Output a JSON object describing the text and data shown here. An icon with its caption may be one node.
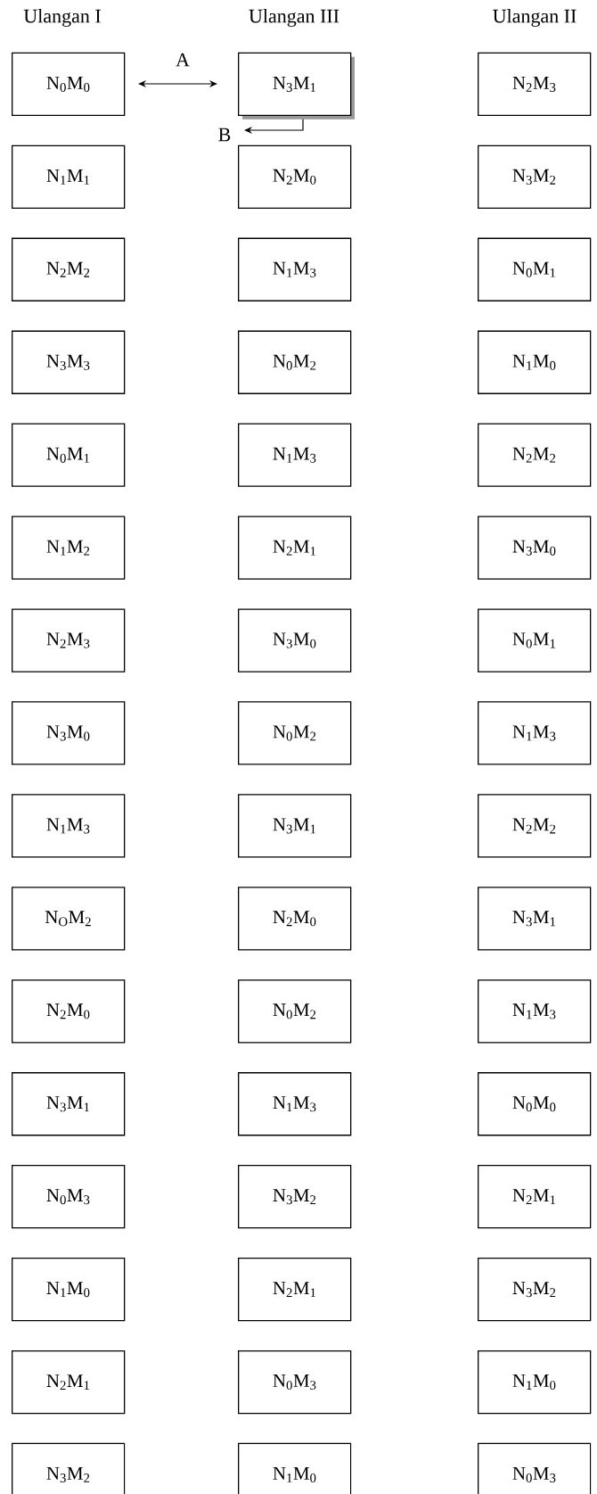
{
  "diagram": {
    "nodes": [
      {
        "text": [
          "N$_{0}$M$_{0}$"
        ]
      },
      {
        "text": [
          "N$_{3}$M$_{1}$"
        ]
      },
      {
        "text": [
          "N$_{2}$M$_{3}$"
        ]
      },
      {
        "text": [
          "N$_{1}$M$_{1}$"
        ]
      },
      {
        "text": [
          "N$_{2}$M$_{0}$"
        ]
      },
      {
        "text": [
          "N$_{3}$M$_{2}$"
        ]
      },
      {
        "text": [
          "N$_{2}$M$_{2}$"
        ]
      },
      {
        "text": [
          "N$_{1}$M$_{3}$"
        ]
      },
      {
        "text": [
          "N$_{0}$M$_{1}$"
        ]
      },
      {
        "text": [
          "N$_{3}$M$_{3}$"
        ]
      },
      {
        "text": [
          "N$_{0}$M$_{2}$"
        ]
      },
      {
        "text": [
          "N$_{1}$M$_{0}$"
        ]
      },
      {
        "text": [
          "N$_{0}$M$_{1}$"
        ]
      },
      {
        "text": [
          "N$_{1}$M$_{3}$"
        ]
      },
      {
        "text": [
          "N$_{2}$M$_{2}$"
        ]
      },
      {
        "text": [
          "N$_{1}$M$_{2}$"
        ]
      },
      {
        "text": [
          "N$_{2}$M$_{1}$"
        ]
      },
      {
        "text": [
          "N$_{3}$M$_{0}$"
        ]
      },
      {
        "text": [
          "N$_{2}$M$_{3}$"
        ]
      },
      {
        "text": [
          "N$_{3}$M$_{0}$"
        ]
      },
      {
        "text": [
          "N$_{0}$M$_{1}$"
        ]
      },
      {
        "text": [
          "N$_{3}$M$_{0}$"
        ]
      },
      {
        "text": [
          "N$_{0}$M$_{2}$"
        ]
      },
      {
        "text": [
          "N$_{1}$M$_{3}$"
        ]
      },
      {
        "text": [
          "N$_{1}$M$_{3}$"
        ]
      },
      {
        "text": [
          "N$_{3}$M$_{1}$"
        ]
      },
      {
        "text": [
          "N$_{2}$M$_{2}$"
        ]
      },
      {
        "text": [
          "N$_{O}$M$_{2}$"
        ]
      },
      {
        "text": [
          "N$_{2}$M$_{0}$"
        ]
      },
      {
        "text": [
          "N$_{3}$M$_{1}$"
        ]
      },
      {
        "text": [
          "N$_{2}$M$_{0}$"
        ]
      },
      {
        "text": [
          "N$_{0}$M$_{2}$"
        ]
      },
      {
        "text": [
          "N$_{1}$M$_{3}$"
        ]
      },
      {
        "text": [
          "N$_{3}$M$_{1}$"
        ]
      },
      {
        "text": [
          "N$_{1}$M$_{3}$"
        ]
      },
      {
        "text": [
          "N$_{0}$M$_{0}$"
        ]
      },
      {
        "text": [
          "N$_{0}$M$_{3}$"
        ]
      },
      {
        "text": [
          "N$_{3}$M$_{2}$"
        ]
      },
      {
        "text": [
          "N$_{2}$M$_{1}$"
        ]
      },
      {
        "text": [
          "N$_{1}$M$_{0}$"
        ]
      },
      {
        "text": [
          "N$_{2}$M$_{1}$"
        ]
      },
      {
        "text": [
          "N$_{3}$M$_{2}$"
        ]
      },
      {
        "text": [
          "N$_{2}$M$_{1}$"
        ]
      },
      {
        "text": [
          "N$_{0}$M$_{3}$"
        ]
      },
      {
        "text": [
          "N$_{1}$M$_{0}$"
        ]
      },
      {
        "text": [
          "N$_{3}$M$_{2}$"
        ]
      },
      {
        "text": [
          "N$_{1}$M$_{0}$"
        ]
      },
      {
        "text": [
          "N$_{0}$M$_{3}$"
        ]
      }
    ],
    "labels": [
      "Ulangan I",
      "Ulangan III",
      "Ulangan II",
      "A",
      "B"
    ]
  }
}
